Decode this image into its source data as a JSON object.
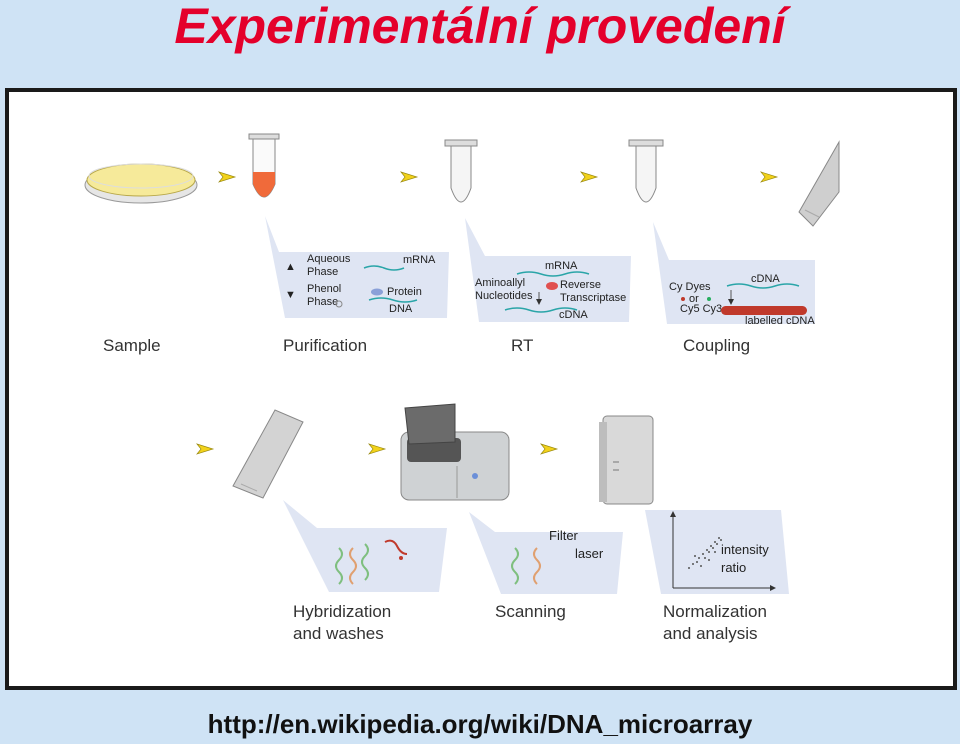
{
  "slide": {
    "title": "Experimentální provedení",
    "source_url": "http://en.wikipedia.org/wiki/DNA_microarray"
  },
  "diagram": {
    "steps": {
      "sample": "Sample",
      "purification": "Purification",
      "rt": "RT",
      "coupling": "Coupling",
      "hybridization_line1": "Hybridization",
      "hybridization_line2": "and washes",
      "scanning": "Scanning",
      "normalization_line1": "Normalization",
      "normalization_line2": "and analysis"
    },
    "purification_panel": {
      "aqueous_line1": "Aqueous",
      "aqueous_line2": "Phase",
      "phenol_line1": "Phenol",
      "phenol_line2": "Phase",
      "mrna": "mRNA",
      "protein": "Protein",
      "dna": "DNA"
    },
    "rt_panel": {
      "mrna": "mRNA",
      "aminoallyl": "Aminoallyl",
      "nucleotides": "Nucleotides",
      "reverse": "Reverse",
      "transcriptase": "Transcriptase",
      "cdna": "cDNA"
    },
    "coupling_panel": {
      "cy_dyes": "Cy Dyes",
      "or": "or",
      "cy5_cy3": "Cy5 Cy3",
      "cdna": "cDNA",
      "labelled_cdna": "labelled cDNA"
    },
    "scanning_panel": {
      "filter": "Filter",
      "laser": "laser"
    },
    "normalization_panel": {
      "intensity": "intensity",
      "ratio": "ratio"
    },
    "colors": {
      "arrow": "#f2d21b",
      "sample_fill": "#f6ea9a",
      "sample_tube_liquid": "#f06a3a",
      "panel": "#dfe5f3",
      "labelled_cdna": "#c0392b",
      "strand_blue": "#2aa5a8"
    }
  }
}
